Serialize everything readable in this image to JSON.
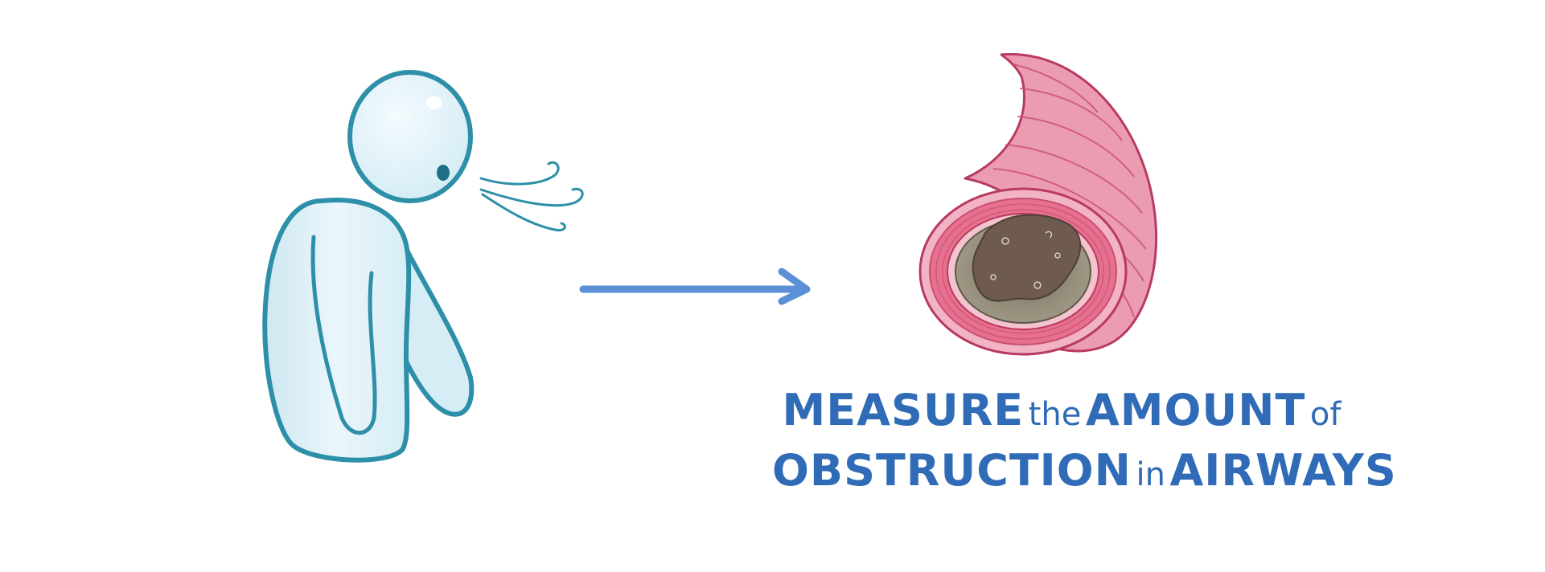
{
  "caption": {
    "line1": {
      "w1": "MEASURE",
      "w2": "the",
      "w3": "AMOUNT",
      "w4": "of"
    },
    "line2": {
      "w1": "OBSTRUCTION",
      "w2": "in",
      "w3": "AIRWAYS"
    }
  },
  "colors": {
    "figure_outline": "#2e8fa8",
    "figure_fill": "#e3f2f8",
    "arrow": "#5b8fd6",
    "airway_wall": "#e6708e",
    "airway_dark": "#b83a62",
    "mucus_outer": "#8c8670",
    "mucus_inner": "#6e5a4e",
    "text": "#2f6bb6"
  },
  "icons": [
    "person-exhaling-icon",
    "breath-icon",
    "arrow-right-icon",
    "airway-cross-section-icon"
  ]
}
